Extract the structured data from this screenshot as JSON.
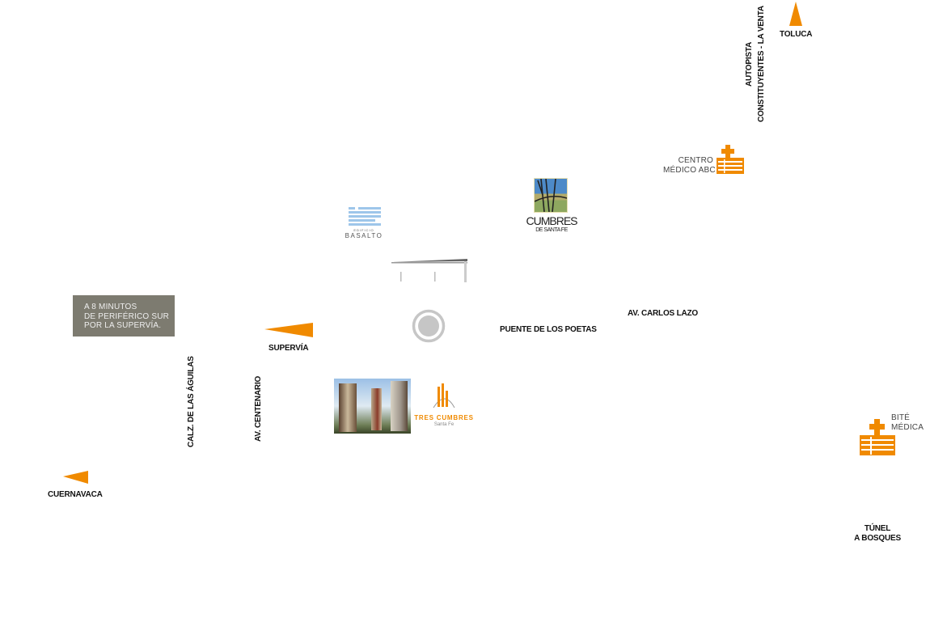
{
  "colors": {
    "accent": "#f08a00",
    "note_bg": "#7d7b70",
    "marker": "#c6c6c6"
  },
  "destinations": {
    "toluca": "TOLUCA",
    "cuernavaca": "CUERNAVACA",
    "supervia": "SUPERVÍA",
    "tunel": [
      "TÚNEL",
      "A BOSQUES"
    ]
  },
  "roads": {
    "autopista": [
      "AUTOPISTA",
      "CONSTITUYENTES - LA VENTA"
    ],
    "carlos_lazo": "AV. CARLOS LAZO",
    "puente": "PUENTE DE LOS POETAS",
    "aguilas": "CALZ. DE LAS ÁGUILAS",
    "centenario": "AV. CENTENARIO"
  },
  "hospitals": {
    "abc": [
      "CENTRO",
      "MÉDICO ABC"
    ],
    "bite": [
      "BITÉ",
      "MÉDICA"
    ]
  },
  "note": [
    "A 8 MINUTOS",
    "DE PERIFÉRICO SUR",
    "POR LA SUPERVÍA."
  ],
  "logos": {
    "basalto": {
      "small": "EDIFICIO",
      "name": "BASALTO"
    },
    "cumbres": {
      "name": "CUMBRES",
      "sub": "DE SANTA FE"
    },
    "tres_cumbres": {
      "name": "TRES CUMBRES",
      "sub": "Santa Fe"
    }
  }
}
